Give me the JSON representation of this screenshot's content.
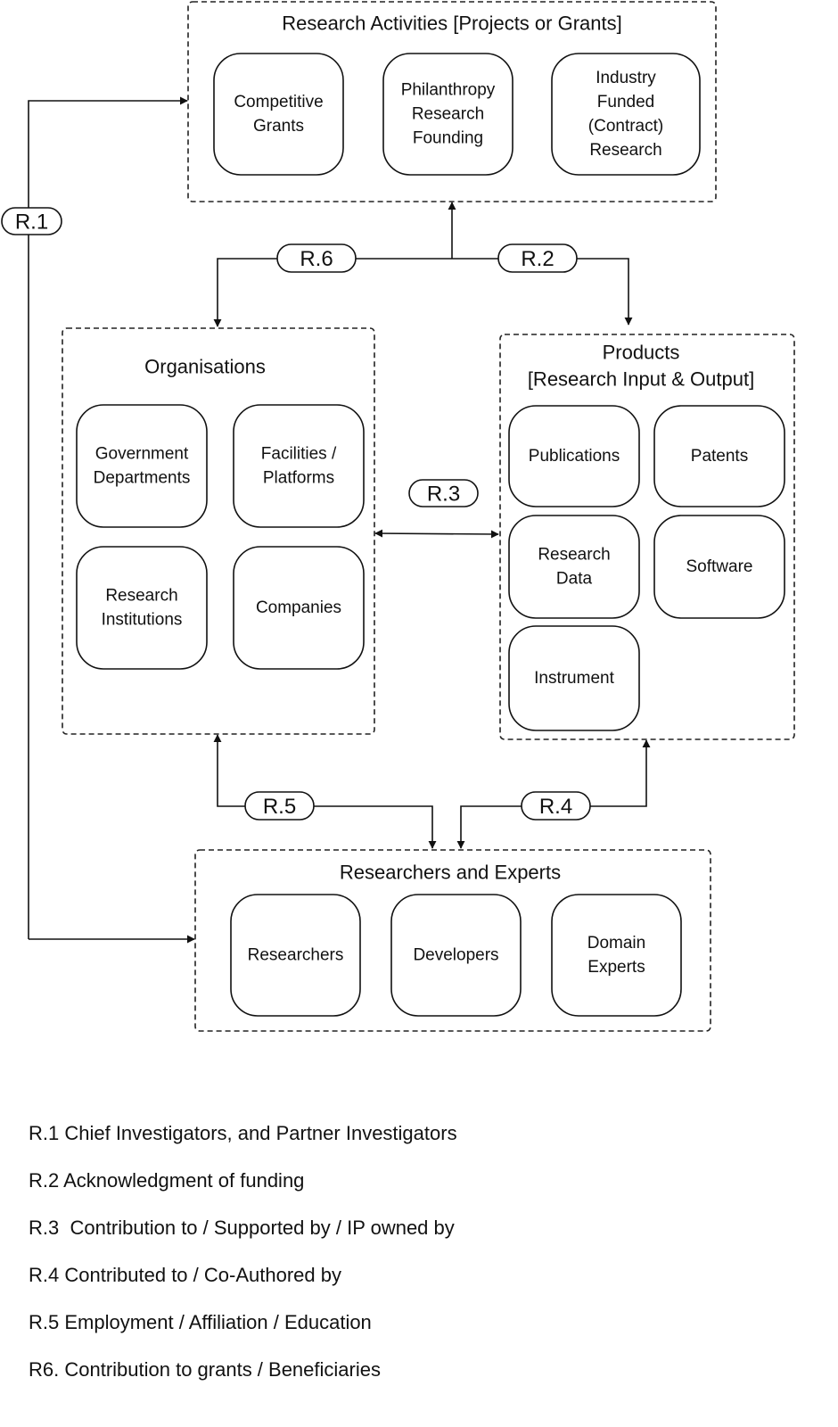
{
  "groups": {
    "research_activities": {
      "title": "Research Activities [Projects or Grants]",
      "nodes": [
        {
          "label": [
            "Competitive",
            "Grants"
          ]
        },
        {
          "label": [
            "Philanthropy",
            "Research",
            "Founding"
          ]
        },
        {
          "label": [
            "Industry",
            "Funded",
            "(Contract)",
            "Research"
          ]
        }
      ]
    },
    "organisations": {
      "title": "Organisations",
      "nodes": [
        {
          "label": [
            "Government",
            "Departments"
          ]
        },
        {
          "label": [
            "Facilities /",
            "Platforms"
          ]
        },
        {
          "label": [
            "Research",
            "Institutions"
          ]
        },
        {
          "label": [
            "Companies"
          ]
        }
      ]
    },
    "products": {
      "title": [
        "Products",
        "[Research Input & Output]"
      ],
      "nodes": [
        {
          "label": [
            "Publications"
          ]
        },
        {
          "label": [
            "Patents"
          ]
        },
        {
          "label": [
            "Research",
            "Data"
          ]
        },
        {
          "label": [
            "Software"
          ]
        },
        {
          "label": [
            "Instrument"
          ]
        }
      ]
    },
    "researchers": {
      "title": "Researchers and Experts",
      "nodes": [
        {
          "label": [
            "Researchers"
          ]
        },
        {
          "label": [
            "Developers"
          ]
        },
        {
          "label": [
            "Domain",
            "Experts"
          ]
        }
      ]
    }
  },
  "relations": {
    "r1": "R.1",
    "r2": "R.2",
    "r3": "R.3",
    "r4": "R.4",
    "r5": "R.5",
    "r6": "R.6"
  },
  "legend": [
    "R.1 Chief Investigators, and Partner Investigators",
    "R.2 Acknowledgment of funding",
    "R.3  Contribution to / Supported by / IP owned by",
    "R.4 Contributed to / Co-Authored by",
    "R.5 Employment / Affiliation / Education",
    "R6. Contribution to grants / Beneficiaries"
  ]
}
